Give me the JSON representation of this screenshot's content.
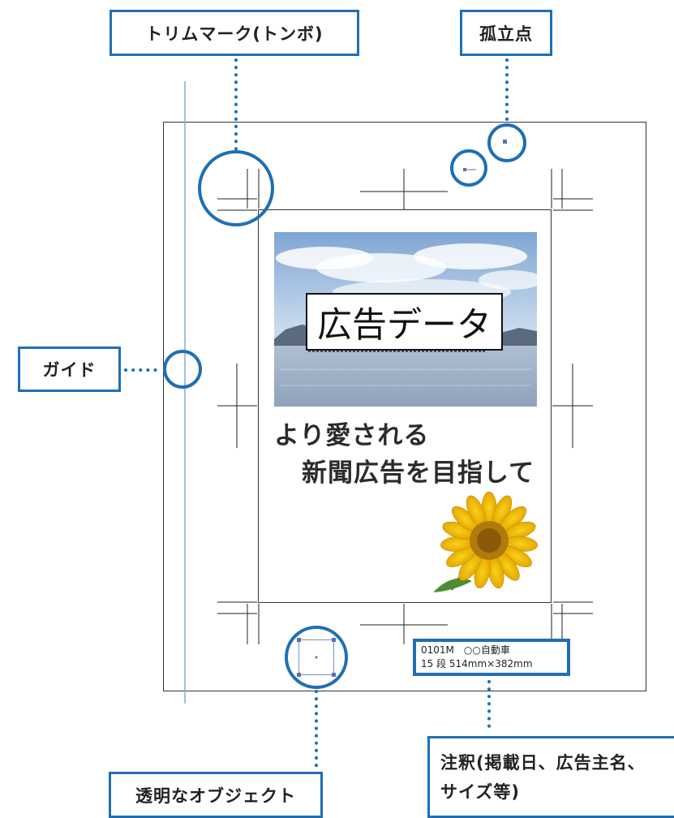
{
  "labels": {
    "trim_mark": "トリムマーク(トンボ)",
    "isolated_point": "孤立点",
    "guide": "ガイド",
    "transparent_object": "透明なオブジェクト",
    "annotation_line1": "注釈(掲載日、広告主名、",
    "annotation_line2": "サイズ等)"
  },
  "ad": {
    "title": "広告データ",
    "copy_line1": "より愛される",
    "copy_line2": "新聞広告を目指して"
  },
  "note": {
    "line1": "0101M　○○自動車",
    "line2": "15 段 514mm×382mm"
  },
  "colors": {
    "accent": "#1f6fb3",
    "guide_line": "#8aa9d6",
    "point": "#5b6fae"
  }
}
